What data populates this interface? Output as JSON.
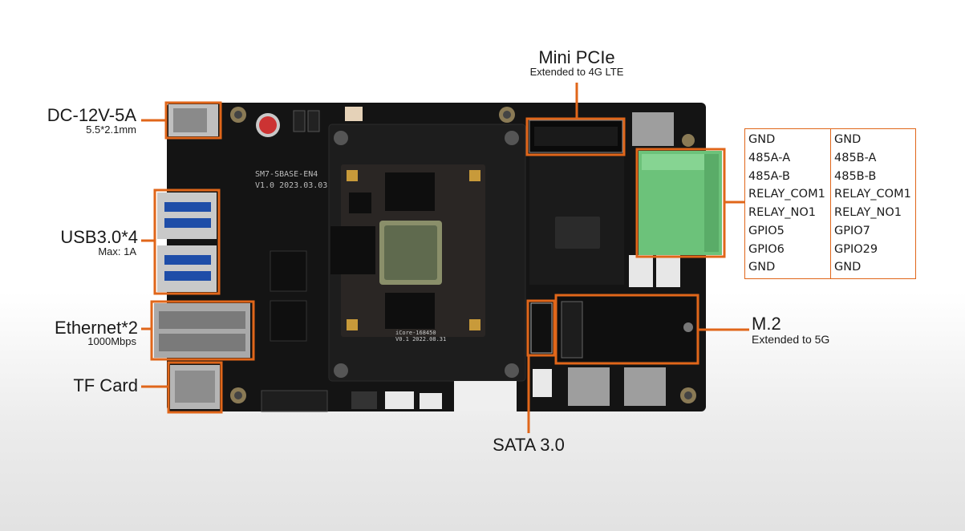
{
  "labels": {
    "dc": {
      "title": "DC-12V-5A",
      "sub": "5.5*2.1mm"
    },
    "usb": {
      "title": "USB3.0*4",
      "sub": "Max:  1A"
    },
    "ethernet": {
      "title": "Ethernet*2",
      "sub": "1000Mbps"
    },
    "tf": {
      "title": "TF Card"
    },
    "minipcie": {
      "title": "Mini PCIe",
      "sub": "Extended to 4G LTE"
    },
    "m2": {
      "title": "M.2",
      "sub": "Extended to 5G"
    },
    "sata": {
      "title": "SATA 3.0"
    }
  },
  "board": {
    "silk_title": "SM7-SBASE-EN4",
    "silk_version": "V1.0 2023.03.03",
    "module_id": "iCore-168450",
    "module_version": "V0.1 2022.08.31"
  },
  "pin_table": {
    "left": [
      "GND",
      "485A-A",
      "485A-B",
      "RELAY_COM1",
      "RELAY_NO1",
      "GPIO5",
      "GPIO6",
      "GND"
    ],
    "right": [
      "GND",
      "485B-A",
      "485B-B",
      "RELAY_COM1",
      "RELAY_NO1",
      "GPIO7",
      "GPIO29",
      "GND"
    ]
  },
  "colors": {
    "accent": "#e0661a",
    "board": "#151515",
    "terminal": "#6cc27a"
  }
}
